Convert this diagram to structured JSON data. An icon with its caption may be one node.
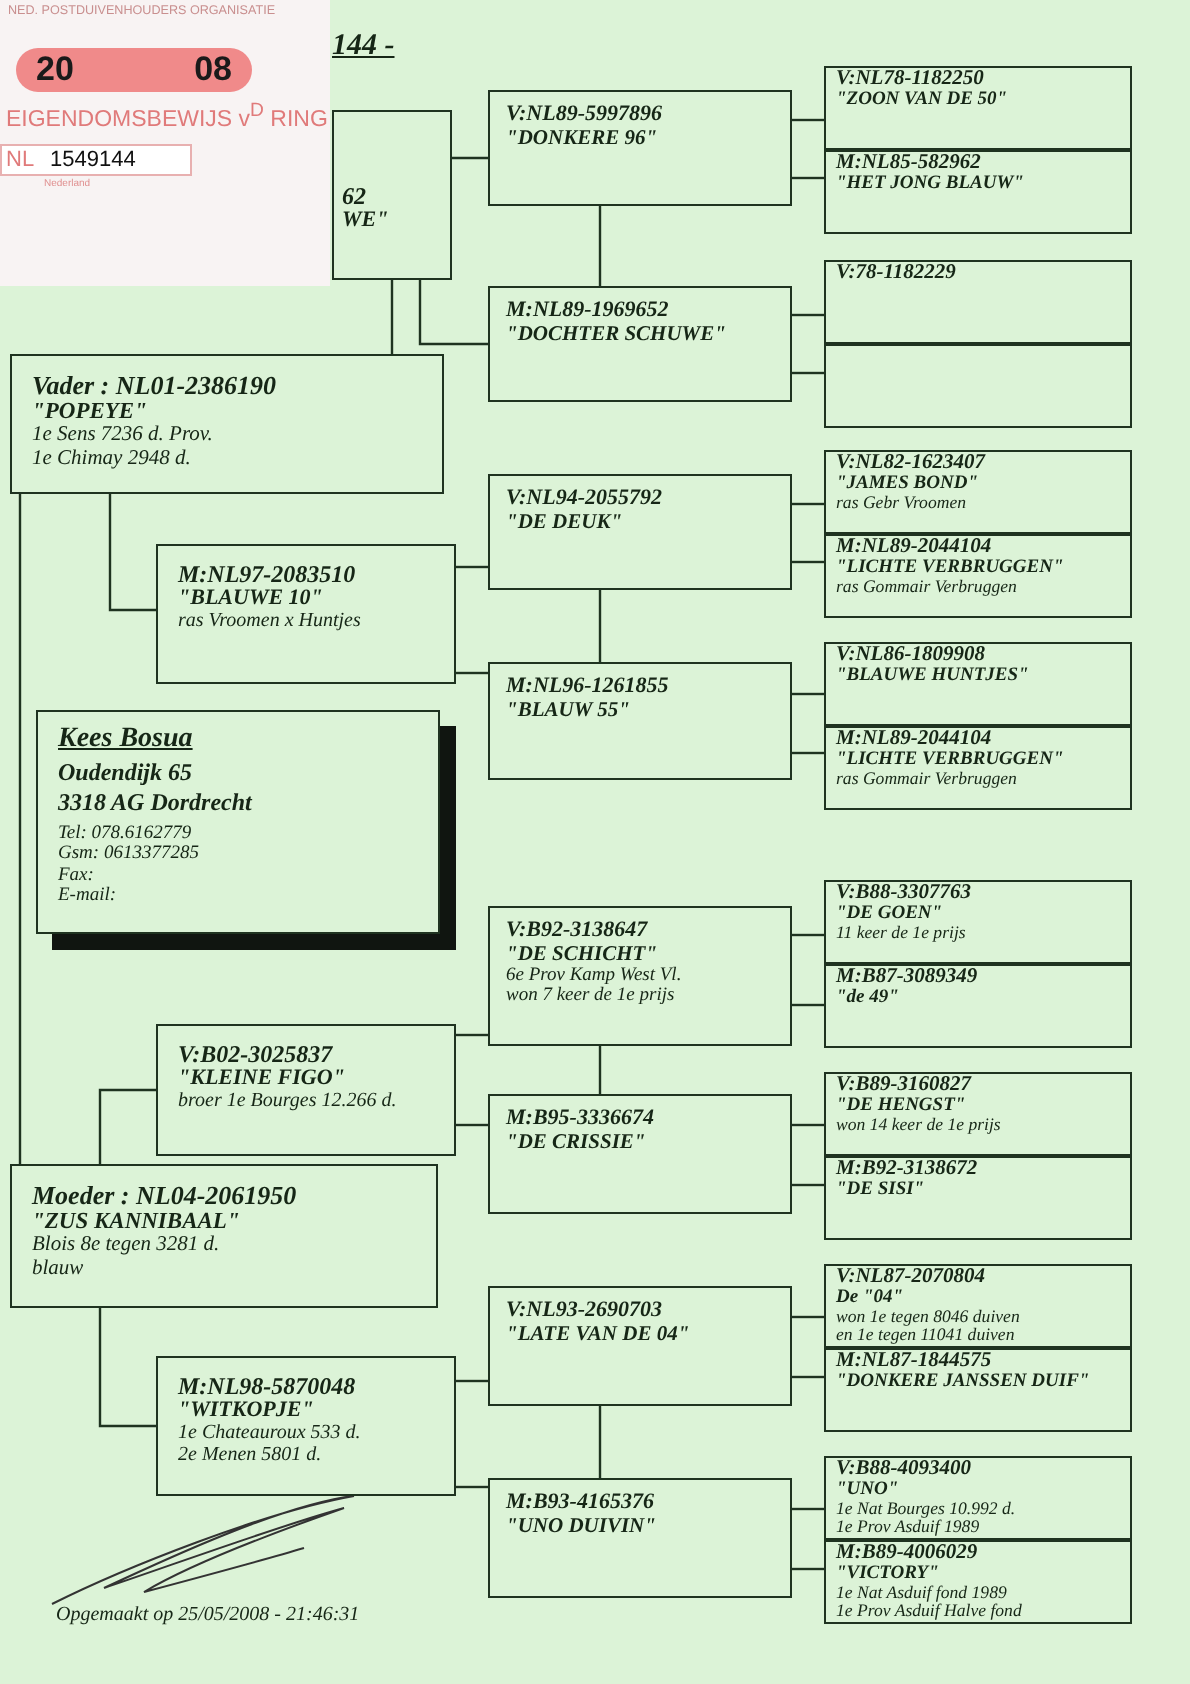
{
  "diagram": {
    "title": "144 -",
    "nodes": [
      {
        "text": [
          "NED. POSTDUIVENHOUDERS ORGANISATIE",
          "20",
          "08",
          "EIGENDOMSBEWIJS v$^{D}$ RING",
          "NL",
          "1549144",
          "Nederland"
        ]
      },
      {
        "text": [
          "62",
          "WE\""
        ]
      },
      {
        "text": [
          "V:NL89-5997896",
          "\"DONKERE 96\""
        ]
      },
      {
        "text": [
          "V:NL78-1182250",
          "\"ZOON VAN DE 50\""
        ]
      },
      {
        "text": [
          "M:NL85-582962",
          "\"HET JONG BLAUW\""
        ]
      },
      {
        "text": [
          "M:NL89-1969652",
          "\"DOCHTER SCHUWE\""
        ]
      },
      {
        "text": [
          "V:78-1182229"
        ]
      },
      {
        "text": [],
        "shape": "box"
      },
      {
        "text": [
          "Vader : NL01-2386190",
          "\"POPEYE\"",
          "1e Sens  7236 d. Prov.",
          "1e Chimay 2948 d."
        ]
      },
      {
        "text": [
          "M:NL97-2083510",
          "\"BLAUWE 10\"",
          "ras Vroomen x Huntjes"
        ]
      },
      {
        "text": [
          "V:NL94-2055792",
          "\"DE DEUK\""
        ]
      },
      {
        "text": [
          "V:NL82-1623407",
          "\"JAMES BOND\"",
          "ras Gebr Vroomen"
        ]
      },
      {
        "text": [
          "M:NL89-2044104",
          "\"LICHTE VERBRUGGEN\"",
          "ras Gommair Verbruggen"
        ]
      },
      {
        "text": [
          "M:NL96-1261855",
          "\"BLAUW 55\""
        ]
      },
      {
        "text": [
          "V:NL86-1809908",
          "\"BLAUWE HUNTJES\""
        ]
      },
      {
        "text": [
          "M:NL89-2044104",
          "\"LICHTE VERBRUGGEN\"",
          "ras Gommair Verbruggen"
        ]
      },
      {
        "text": [
          "Kees Bosua",
          "Oudendijk 65",
          "3318 AG Dordrecht",
          "Tel: 078.6162779",
          "Gsm: 0613377285",
          "Fax:",
          "E-mail:"
        ]
      },
      {
        "text": [
          "V:B92-3138647",
          "\"DE SCHICHT\"",
          "6e Prov Kamp West Vl.",
          "won 7 keer de 1e prijs"
        ]
      },
      {
        "text": [
          "V:B88-3307763",
          "\"DE GOEN\"",
          "11 keer de 1e prijs"
        ]
      },
      {
        "text": [
          "M:B87-3089349",
          "\"de 49\""
        ]
      },
      {
        "text": [
          "V:B02-3025837",
          "\"KLEINE FIGO\"",
          "broer 1e Bourges 12.266 d."
        ]
      },
      {
        "text": [
          "M:B95-3336674",
          "\"DE CRISSIE\""
        ]
      },
      {
        "text": [
          "V:B89-3160827",
          "\"DE HENGST\"",
          "won 14 keer de 1e prijs"
        ]
      },
      {
        "text": [
          "M:B92-3138672",
          "\"DE SISI\""
        ]
      },
      {
        "text": [
          "Moeder : NL04-2061950",
          "\"ZUS KANNIBAAL\"",
          "Blois  8e tegen 3281 d.",
          "blauw"
        ]
      },
      {
        "text": [
          "V:NL93-2690703",
          "\"LATE VAN DE 04\""
        ]
      },
      {
        "text": [
          "V:NL87-2070804",
          "De \"04\"",
          "won 1e tegen 8046 duiven",
          "en 1e tegen 11041 duiven"
        ]
      },
      {
        "text": [
          "M:NL87-1844575",
          "\"DONKERE JANSSEN DUIF\""
        ]
      },
      {
        "text": [
          "M:NL98-5870048",
          "\"WITKOPJE\"",
          "1e Chateauroux 533 d.",
          "2e Menen  5801 d."
        ]
      },
      {
        "text": [
          "M:B93-4165376",
          "\"UNO DUIVIN\""
        ]
      },
      {
        "text": [
          "V:B88-4093400",
          "\"UNO\"",
          "1e Nat Bourges 10.992 d.",
          "1e Prov Asduif 1989"
        ]
      },
      {
        "text": [
          "M:B89-4006029",
          "\"VICTORY\"",
          "1e Nat Asduif fond 1989",
          "1e Prov Asduif Halve fond"
        ]
      }
    ],
    "edges": [
      {
        "from": 1,
        "to": 2,
        "arrow": "none"
      },
      {
        "from": 1,
        "to": 5,
        "arrow": "none"
      },
      {
        "from": 2,
        "to": 5,
        "arrow": "none"
      },
      {
        "from": 2,
        "to": 3,
        "arrow": "none"
      },
      {
        "from": 2,
        "to": 4,
        "arrow": "none"
      },
      {
        "from": 5,
        "to": 6,
        "arrow": "none"
      },
      {
        "from": 5,
        "to": 7,
        "arrow": "none"
      },
      {
        "from": 8,
        "to": 1,
        "arrow": "none"
      },
      {
        "from": 8,
        "to": 9,
        "arrow": "none"
      },
      {
        "from": 9,
        "to": 10,
        "arrow": "none"
      },
      {
        "from": 9,
        "to": 13,
        "arrow": "none"
      },
      {
        "from": 10,
        "to": 13,
        "arrow": "none"
      },
      {
        "from": 10,
        "to": 11,
        "arrow": "none"
      },
      {
        "from": 10,
        "to": 12,
        "arrow": "none"
      },
      {
        "from": 13,
        "to": 14,
        "arrow": "none"
      },
      {
        "from": 13,
        "to": 15,
        "arrow": "none"
      },
      {
        "from": 8,
        "to": 24,
        "arrow": "none"
      },
      {
        "from": 17,
        "to": 21,
        "arrow": "none"
      },
      {
        "from": 17,
        "to": 18,
        "arrow": "none"
      },
      {
        "from": 17,
        "to": 19,
        "arrow": "none"
      },
      {
        "from": 20,
        "to": 17,
        "arrow": "none"
      },
      {
        "from": 20,
        "to": 21,
        "arrow": "none"
      },
      {
        "from": 21,
        "to": 22,
        "arrow": "none"
      },
      {
        "from": 21,
        "to": 23,
        "arrow": "none"
      },
      {
        "from": 24,
        "to": 20,
        "arrow": "none"
      },
      {
        "from": 24,
        "to": 28,
        "arrow": "none"
      },
      {
        "from": 25,
        "to": 29,
        "arrow": "none"
      },
      {
        "from": 25,
        "to": 26,
        "arrow": "none"
      },
      {
        "from": 25,
        "to": 27,
        "arrow": "none"
      },
      {
        "from": 28,
        "to": 25,
        "arrow": "none"
      },
      {
        "from": 28,
        "to": 29,
        "arrow": "none"
      },
      {
        "from": 29,
        "to": 30,
        "arrow": "none"
      },
      {
        "from": 29,
        "to": 31,
        "arrow": "none"
      }
    ],
    "labels": [
      "Opgemaakt op 25/05/2008 - 21:46:31"
    ]
  }
}
